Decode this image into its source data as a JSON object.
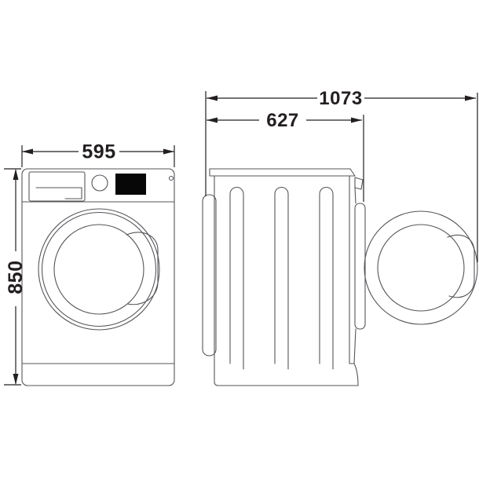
{
  "diagram": {
    "front_view": {
      "width_label": "595",
      "height_label": "850"
    },
    "side_view": {
      "total_depth_label": "1073",
      "body_depth_label": "627"
    },
    "colors": {
      "machine_outline": "#55565a",
      "dimension_lines": "#231f20",
      "display_fill": "#070707",
      "background": "#ffffff"
    }
  }
}
